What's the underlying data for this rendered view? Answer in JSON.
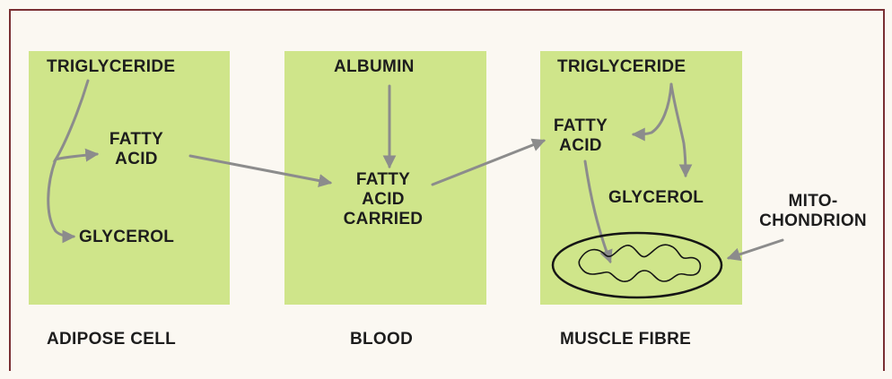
{
  "panels": [
    {
      "caption": "ADIPOSE CELL",
      "labels": [
        "TRIGLYCERIDE",
        "FATTY",
        "ACID",
        "GLYCEROL"
      ]
    },
    {
      "caption": "BLOOD",
      "labels": [
        "ALBUMIN",
        "FATTY",
        "ACID",
        "CARRIED"
      ]
    },
    {
      "caption": "MUSCLE FIBRE",
      "labels": [
        "TRIGLYCERIDE",
        "FATTY",
        "ACID",
        "GLYCEROL"
      ]
    }
  ],
  "outside_label": [
    "MITO-",
    "CHONDRION"
  ],
  "colors": {
    "panel_fill": "#cfe58a",
    "arrow": "#8c8c8c",
    "frame": "#7a2f33",
    "text": "#1d1d1d"
  }
}
